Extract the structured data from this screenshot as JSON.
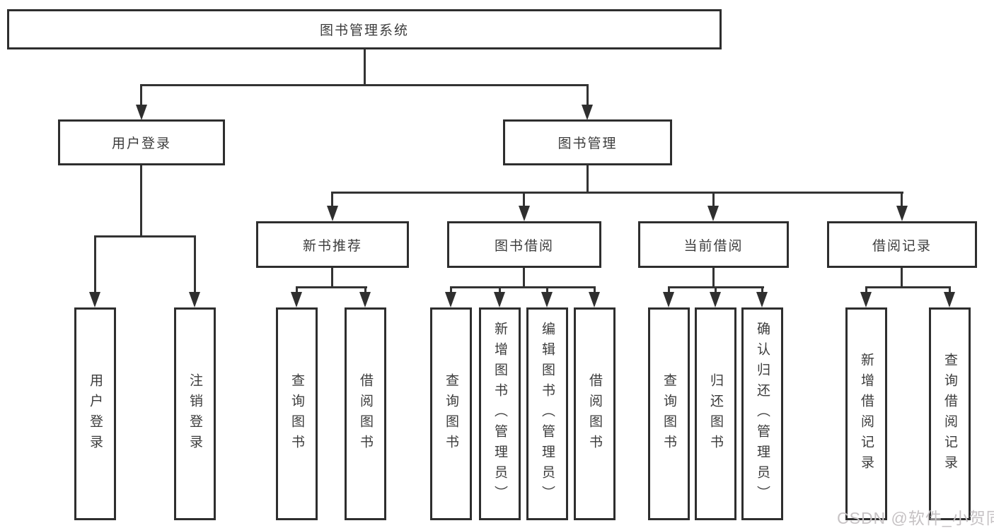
{
  "diagram": {
    "root": {
      "label": "图书管理系统"
    },
    "level2": [
      {
        "label": "用户登录",
        "parent": "图书管理系统"
      },
      {
        "label": "图书管理",
        "parent": "图书管理系统"
      }
    ],
    "level3": [
      {
        "label": "新书推荐",
        "parent": "图书管理"
      },
      {
        "label": "图书借阅",
        "parent": "图书管理"
      },
      {
        "label": "当前借阅",
        "parent": "图书管理"
      },
      {
        "label": "借阅记录",
        "parent": "图书管理"
      }
    ],
    "leaves": [
      {
        "label": "用户登录",
        "parent": "用户登录"
      },
      {
        "label": "注销登录",
        "parent": "用户登录"
      },
      {
        "label": "查询图书",
        "parent": "新书推荐"
      },
      {
        "label": "借阅图书",
        "parent": "新书推荐"
      },
      {
        "label": "查询图书",
        "parent": "图书借阅"
      },
      {
        "label": "新增图书（管理员）",
        "parent": "图书借阅"
      },
      {
        "label": "编辑图书（管理员）",
        "parent": "图书借阅"
      },
      {
        "label": "借阅图书",
        "parent": "图书借阅"
      },
      {
        "label": "查询图书",
        "parent": "当前借阅"
      },
      {
        "label": "归还图书",
        "parent": "当前借阅"
      },
      {
        "label": "确认归还（管理员）",
        "parent": "当前借阅"
      },
      {
        "label": "新增借阅记录",
        "parent": "借阅记录"
      },
      {
        "label": "查询借阅记录",
        "parent": "借阅记录"
      }
    ],
    "colors": {
      "line": "#333333",
      "box_border": "#2e2e2e",
      "text": "#3c3c3c",
      "background": "#ffffff",
      "watermark": "#c6c2c4"
    }
  },
  "watermark": {
    "text": "CSDN @软件_小贺同学"
  }
}
